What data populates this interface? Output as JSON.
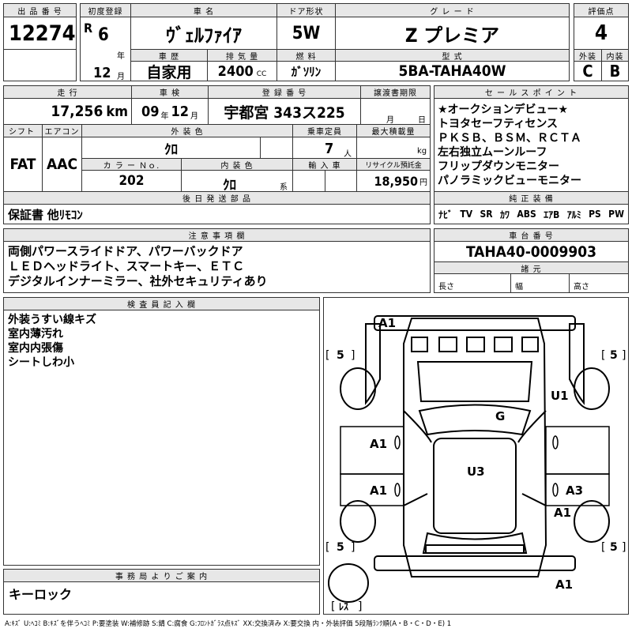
{
  "header": {
    "lot_label": "出 品 番 号",
    "lot_number": "12274",
    "reg_label": "初度登録",
    "era_letter": "R",
    "year": "6",
    "year_unit": "年",
    "month": "12",
    "month_unit": "月",
    "name_label": "車 名",
    "name": "ｳﾞｪﾙﾌｧｲｱ",
    "door_label": "ドア形状",
    "door": "5W",
    "grade_label": "グ レ ー ド",
    "grade": "Z プレミア",
    "score_label": "評価点",
    "score": "4",
    "history_label": "車 歴",
    "history": "自家用",
    "cc_label": "排 気 量",
    "cc": "2400",
    "cc_unit": "CC",
    "fuel_label": "燃 料",
    "fuel": "ｶﾞｿﾘﾝ",
    "model_label": "型 式",
    "model": "5BA-TAHA40W",
    "ext_label": "外装",
    "ext": "C",
    "int_label": "内装",
    "int": "B"
  },
  "row2": {
    "mileage_label": "走 行",
    "mileage": "17,256",
    "mileage_unit": "km",
    "inspect_label": "車 検",
    "inspect_year": "09",
    "inspect_year_unit": "年",
    "inspect_month": "12",
    "inspect_month_unit": "月",
    "plate_label": "登 録 番 号",
    "plate": "宇都宮 343ス225",
    "transfer_label": "譲渡書期限",
    "transfer_month": "月",
    "transfer_day": "日",
    "shift_label": "シフト",
    "aircon_label": "エアコン",
    "shift": "FAT",
    "aircon": "AAC",
    "ext_color_label": "外 装 色",
    "ext_color": "ｸﾛ",
    "capacity_label": "乗車定員",
    "capacity": "7",
    "capacity_unit": "人",
    "load_label": "最大積載量",
    "load_unit": "kg",
    "color_no_label": "カ ラ ー Ｎｏ.",
    "color_no": "202",
    "int_color_label": "内 装 色",
    "int_color": "ｸﾛ",
    "int_color_unit": "系",
    "import_label": "輸 入 車",
    "recycle_label": "リサイクル預託金",
    "recycle": "18,950",
    "recycle_unit": "円"
  },
  "sales_points": {
    "label": "セ ー ル ス ポ イ ン ト",
    "items": [
      "★オークションデビュー★",
      "トヨタセーフティセンス",
      "ＰＫＳＢ、ＢＳＭ、ＲＣＴＡ",
      "左右独立ムーンルーフ",
      "フリップダウンモニター",
      "パノラミックビューモニター"
    ]
  },
  "later_parts": {
    "label": "後 日 発 送 部 品",
    "text": "保証書 他ﾘﾓｺﾝ"
  },
  "equipment": {
    "label": "純 正 装 備",
    "items": [
      "ﾅﾋﾞ",
      "TV",
      "SR",
      "ｶﾜ",
      "ABS",
      "ｴｱB",
      "ｱﾙﾐ",
      "PS",
      "PW"
    ]
  },
  "notes": {
    "label": "注 意 事 項 欄",
    "lines": [
      "両側パワースライドドア、パワーバックドア",
      "ＬＥＤヘッドライト、スマートキー、ＥＴＣ",
      "デジタルインナーミラー、社外セキュリティあり"
    ]
  },
  "chassis": {
    "label": "車 台 番 号",
    "value": "TAHA40-0009903",
    "spec_label": "諸 元",
    "length": "長さ",
    "width": "幅",
    "height": "高さ"
  },
  "inspector": {
    "label": "検 査 員 記 入 欄",
    "lines": [
      "外装うすい線キズ",
      "室内薄汚れ",
      "室内内張傷",
      "シートしわ小"
    ]
  },
  "office": {
    "label": "事 務 局 よ り ご 案 内",
    "text": "キーロック"
  },
  "diagram": {
    "marks": [
      {
        "id": "fl-top",
        "text": "A1"
      },
      {
        "id": "right-front",
        "text": "U1"
      },
      {
        "id": "roof",
        "text": "G"
      },
      {
        "id": "left-front-door",
        "text": "A1"
      },
      {
        "id": "left-rear-door",
        "text": "A1"
      },
      {
        "id": "center",
        "text": "U3"
      },
      {
        "id": "right-rear-door",
        "text": "A3"
      },
      {
        "id": "right-quarter",
        "text": "A1"
      },
      {
        "id": "rear-bumper",
        "text": "A1"
      }
    ],
    "tires": [
      {
        "id": "fl",
        "text": "5"
      },
      {
        "id": "fr",
        "text": "5"
      },
      {
        "id": "rl",
        "text": "5"
      },
      {
        "id": "rr",
        "text": "5"
      },
      {
        "id": "spare",
        "text": "ﾚｽ"
      }
    ]
  },
  "legend": "A:ｷｽﾞ U:ﾍｺﾐ B:ｷｽﾞを伴うﾍｺﾐ P:要塗装 W:補修跡 S:錆 C:腐食 G:ﾌﾛﾝﾄｶﾞﾗｽ点ｷｽﾞ XX:交換済み X:要交換 内・外装評価 5段階ﾗﾝｸ順(A・B・C・D・E) 1"
}
